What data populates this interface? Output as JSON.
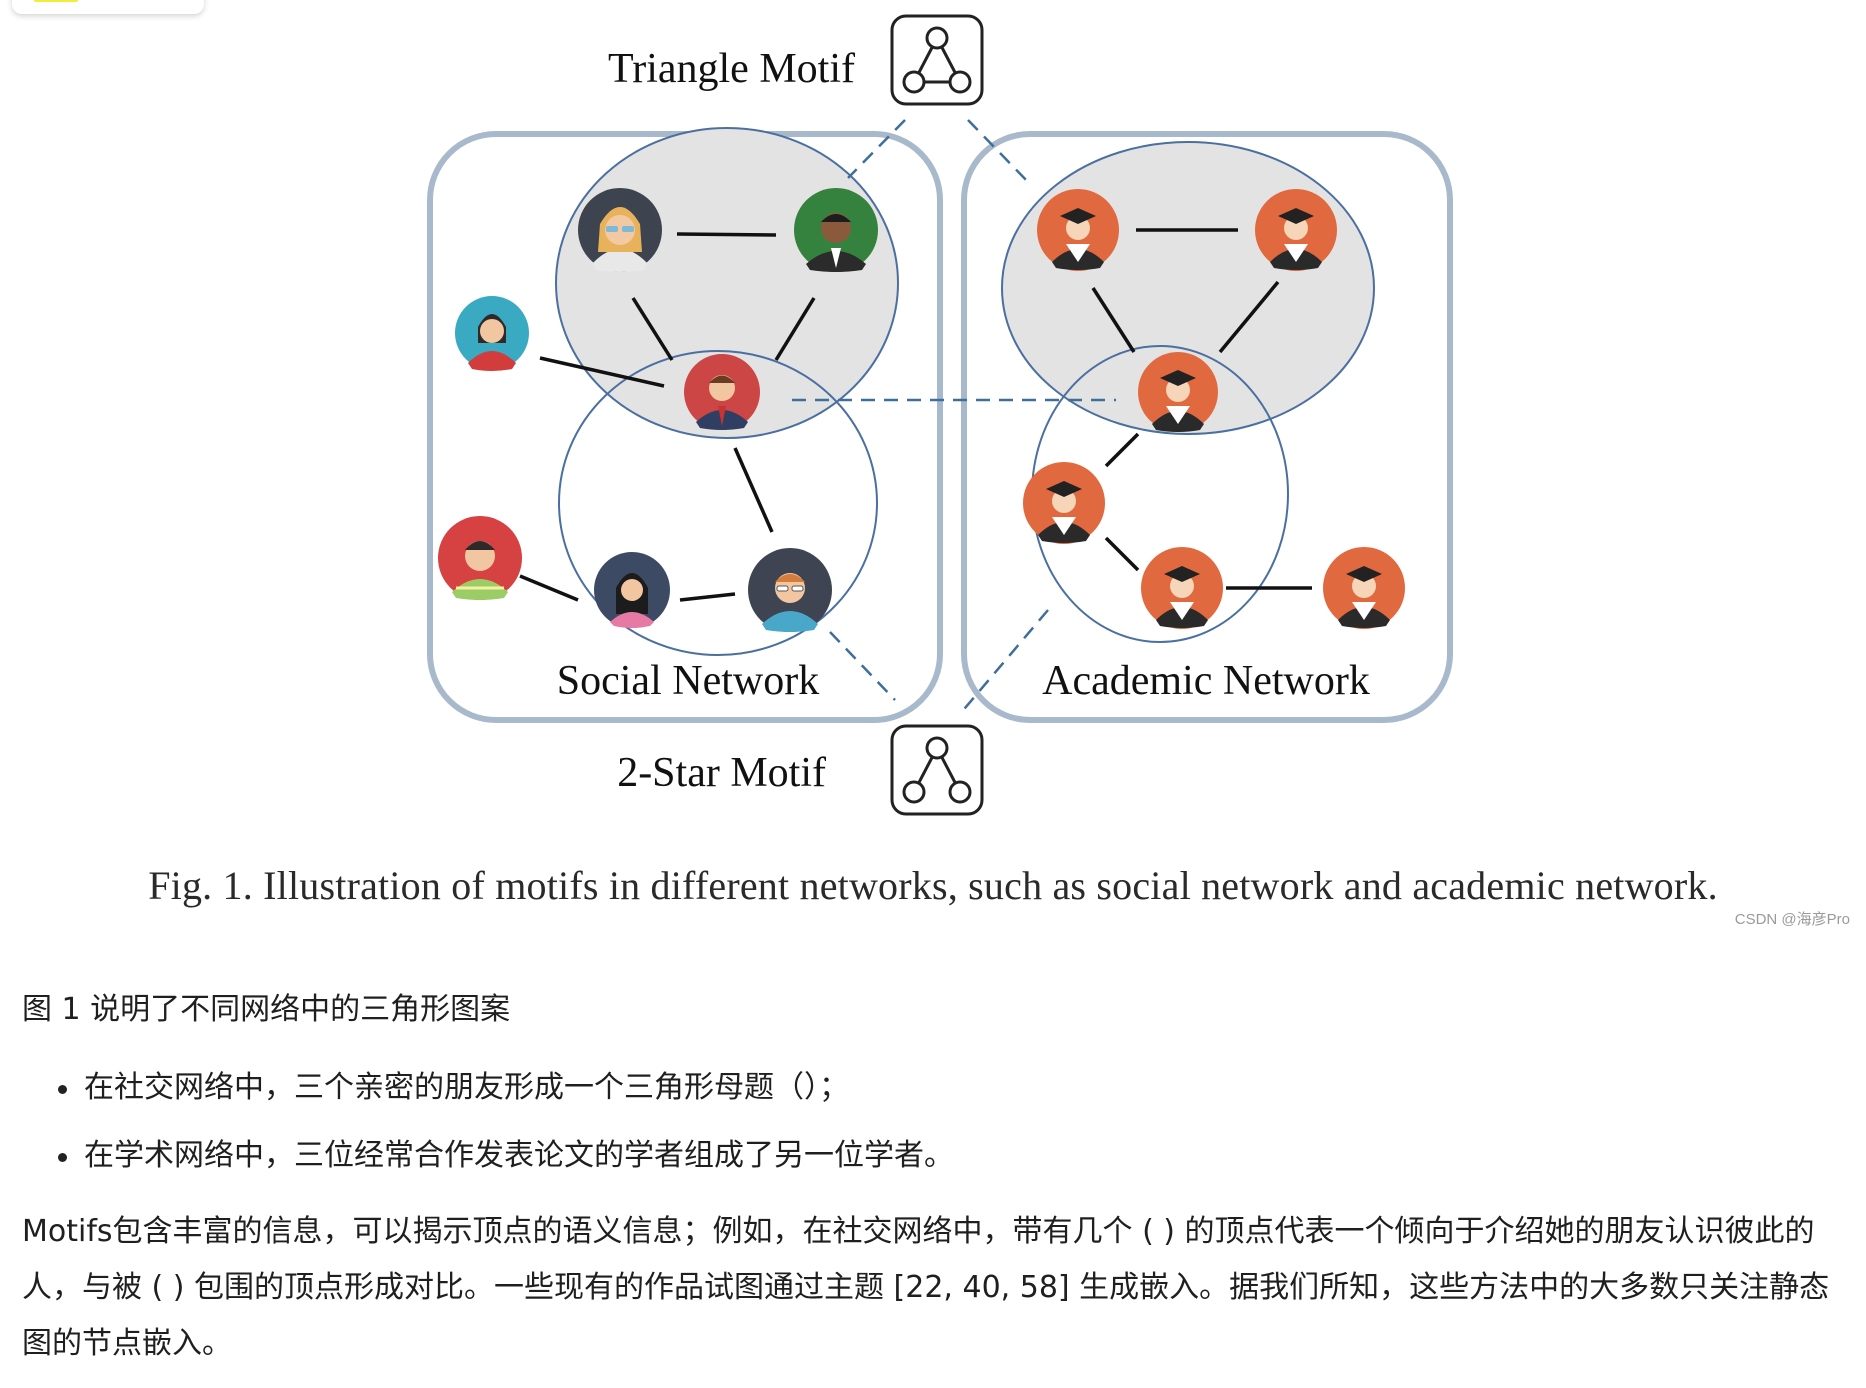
{
  "figure": {
    "labels": {
      "triangle_motif": "Triangle Motif",
      "star_motif": "2-Star Motif",
      "social_network": "Social Network",
      "academic_network": "Academic Network"
    },
    "caption": "Fig. 1.  Illustration of motifs in different networks, such as social network and academic network.",
    "watermark": "CSDN @海彦Pro",
    "colors": {
      "panel_border": "#a9b9cc",
      "ellipse_stroke": "#4a6fa0",
      "ellipse_fill": "#e3e3e3",
      "dashed_line": "#3f6e9a",
      "scholar_node": "#e1693f",
      "highlight_chip": "#f3ec3a"
    },
    "icons": {
      "triangle_motif": "triangle-motif-icon",
      "star_motif": "two-star-motif-icon",
      "social_people": [
        "woman-glasses-avatar",
        "man-suit-avatar",
        "woman-red-avatar",
        "man-tie-avatar",
        "boy-striped-avatar",
        "girl-avatar",
        "man-glasses-avatar"
      ],
      "scholars": "graduate-scholar-avatar"
    }
  },
  "text": {
    "intro": "图 1 说明了不同网络中的三角形图案",
    "bullets": [
      "在社交网络中，三个亲密的朋友形成一个三角形母题（）；",
      "在学术网络中，三位经常合作发表论文的学者组成了另一位学者。"
    ],
    "paragraph": "Motifs包含丰富的信息，可以揭示顶点的语义信息；例如，在社交网络中，带有几个 ( ) 的顶点代表一个倾向于介绍她的朋友认识彼此的人，与被 ( ) 包围的顶点形成对比。一些现有的作品试图通过主题 [22, 40, 58] 生成嵌入。据我们所知，这些方法中的大多数只关注静态图的节点嵌入。"
  }
}
